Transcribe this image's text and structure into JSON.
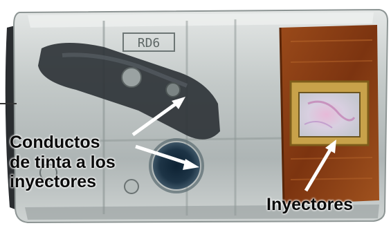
{
  "photo": {
    "subject": "inkjet-print-cartridge-cross-section",
    "colors": {
      "plastic_light": "#cfd4d2",
      "plastic_dark": "#2b2f33",
      "flex_circuit": "#8a3e14",
      "frame_gold": "#c8a24a",
      "nozzle_plate": "#d9c8d6",
      "background": "#ffffff"
    },
    "molded_text": "RD6"
  },
  "labels": {
    "ink_channels": "Conductos\nde tinta a los\ninyectores",
    "injectors": "Inyectores"
  },
  "arrows": {
    "color": "#ffffff"
  }
}
